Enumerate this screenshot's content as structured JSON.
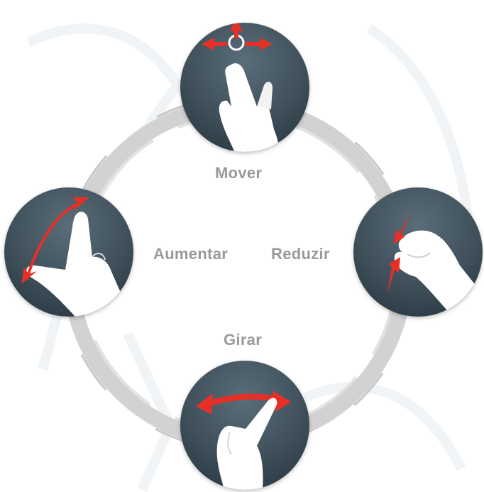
{
  "gestures": {
    "move": {
      "label": "Mover",
      "icon": "pan-gesture-icon"
    },
    "zoomIn": {
      "label": "Aumentar",
      "icon": "pinch-out-gesture-icon"
    },
    "zoomOut": {
      "label": "Reduzir",
      "icon": "pinch-in-gesture-icon"
    },
    "rotate": {
      "label": "Girar",
      "icon": "rotate-gesture-icon"
    }
  },
  "colors": {
    "ring": "#cccccc",
    "circle": "#3e4f5a",
    "arrow": "#e63027",
    "label": "#9a9a9a",
    "hand": "#ffffff"
  }
}
